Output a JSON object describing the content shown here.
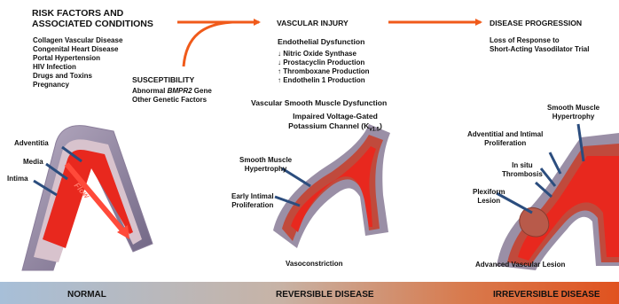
{
  "col1": {
    "header": [
      "RISK FACTORS AND",
      "ASSOCIATED CONDITIONS"
    ],
    "conditions": [
      "Collagen Vascular Disease",
      "Congenital Heart Disease",
      "Portal Hypertension",
      "HIV Infection",
      "Drugs and Toxins",
      "Pregnancy"
    ],
    "susceptibility_title": "SUSCEPTIBILITY",
    "susceptibility_items": {
      "abnormal_prefix": "Abnormal ",
      "gene": "BMPR2",
      "gene_suffix": " Gene",
      "other": "Other Genetic Factors"
    }
  },
  "col2": {
    "header": "VASCULAR INJURY",
    "endothelial_title": "Endothelial Dysfunction",
    "endothelial_items": [
      "↓ Nitric Oxide Synthase",
      "↓ Prostacyclin Production",
      "↑ Thromboxane Production",
      "↑ Endothelin 1 Production"
    ],
    "smooth_title": "Vascular Smooth Muscle Dysfunction",
    "channel": {
      "line1": "Impaired Voltage-Gated",
      "line2_prefix": "Potassium Channel (K",
      "subscript": "v1.5",
      "line2_suffix": ")"
    }
  },
  "col3": {
    "header": "DISEASE PROGRESSION",
    "loss": [
      "Loss of Response to",
      "Short-Acting Vasodilator Trial"
    ]
  },
  "vessel_normal": {
    "labels": [
      "Adventitia",
      "Media",
      "Intima"
    ],
    "flow": "Flow"
  },
  "vessel_reversible": {
    "labels": [
      [
        "Smooth Muscle",
        "Hypertrophy"
      ],
      [
        "Early Intimal",
        "Proliferation"
      ]
    ],
    "caption": "Vasoconstriction"
  },
  "vessel_irreversible": {
    "labels": [
      [
        "Smooth Muscle",
        "Hypertrophy"
      ],
      [
        "Adventitial and Intimal",
        "Proliferation"
      ],
      [
        "In situ",
        "Thrombosis"
      ],
      [
        "Plexiform",
        "Lesion"
      ]
    ],
    "caption": "Advanced Vascular Lesion"
  },
  "stages": [
    "NORMAL",
    "REVERSIBLE DISEASE",
    "IRREVERSIBLE DISEASE"
  ],
  "colors": {
    "arrow": "#f05a1a",
    "vessel_red": "#e8281e",
    "vessel_wall": "#8a7d9a",
    "leader": "#2b4d7e"
  }
}
